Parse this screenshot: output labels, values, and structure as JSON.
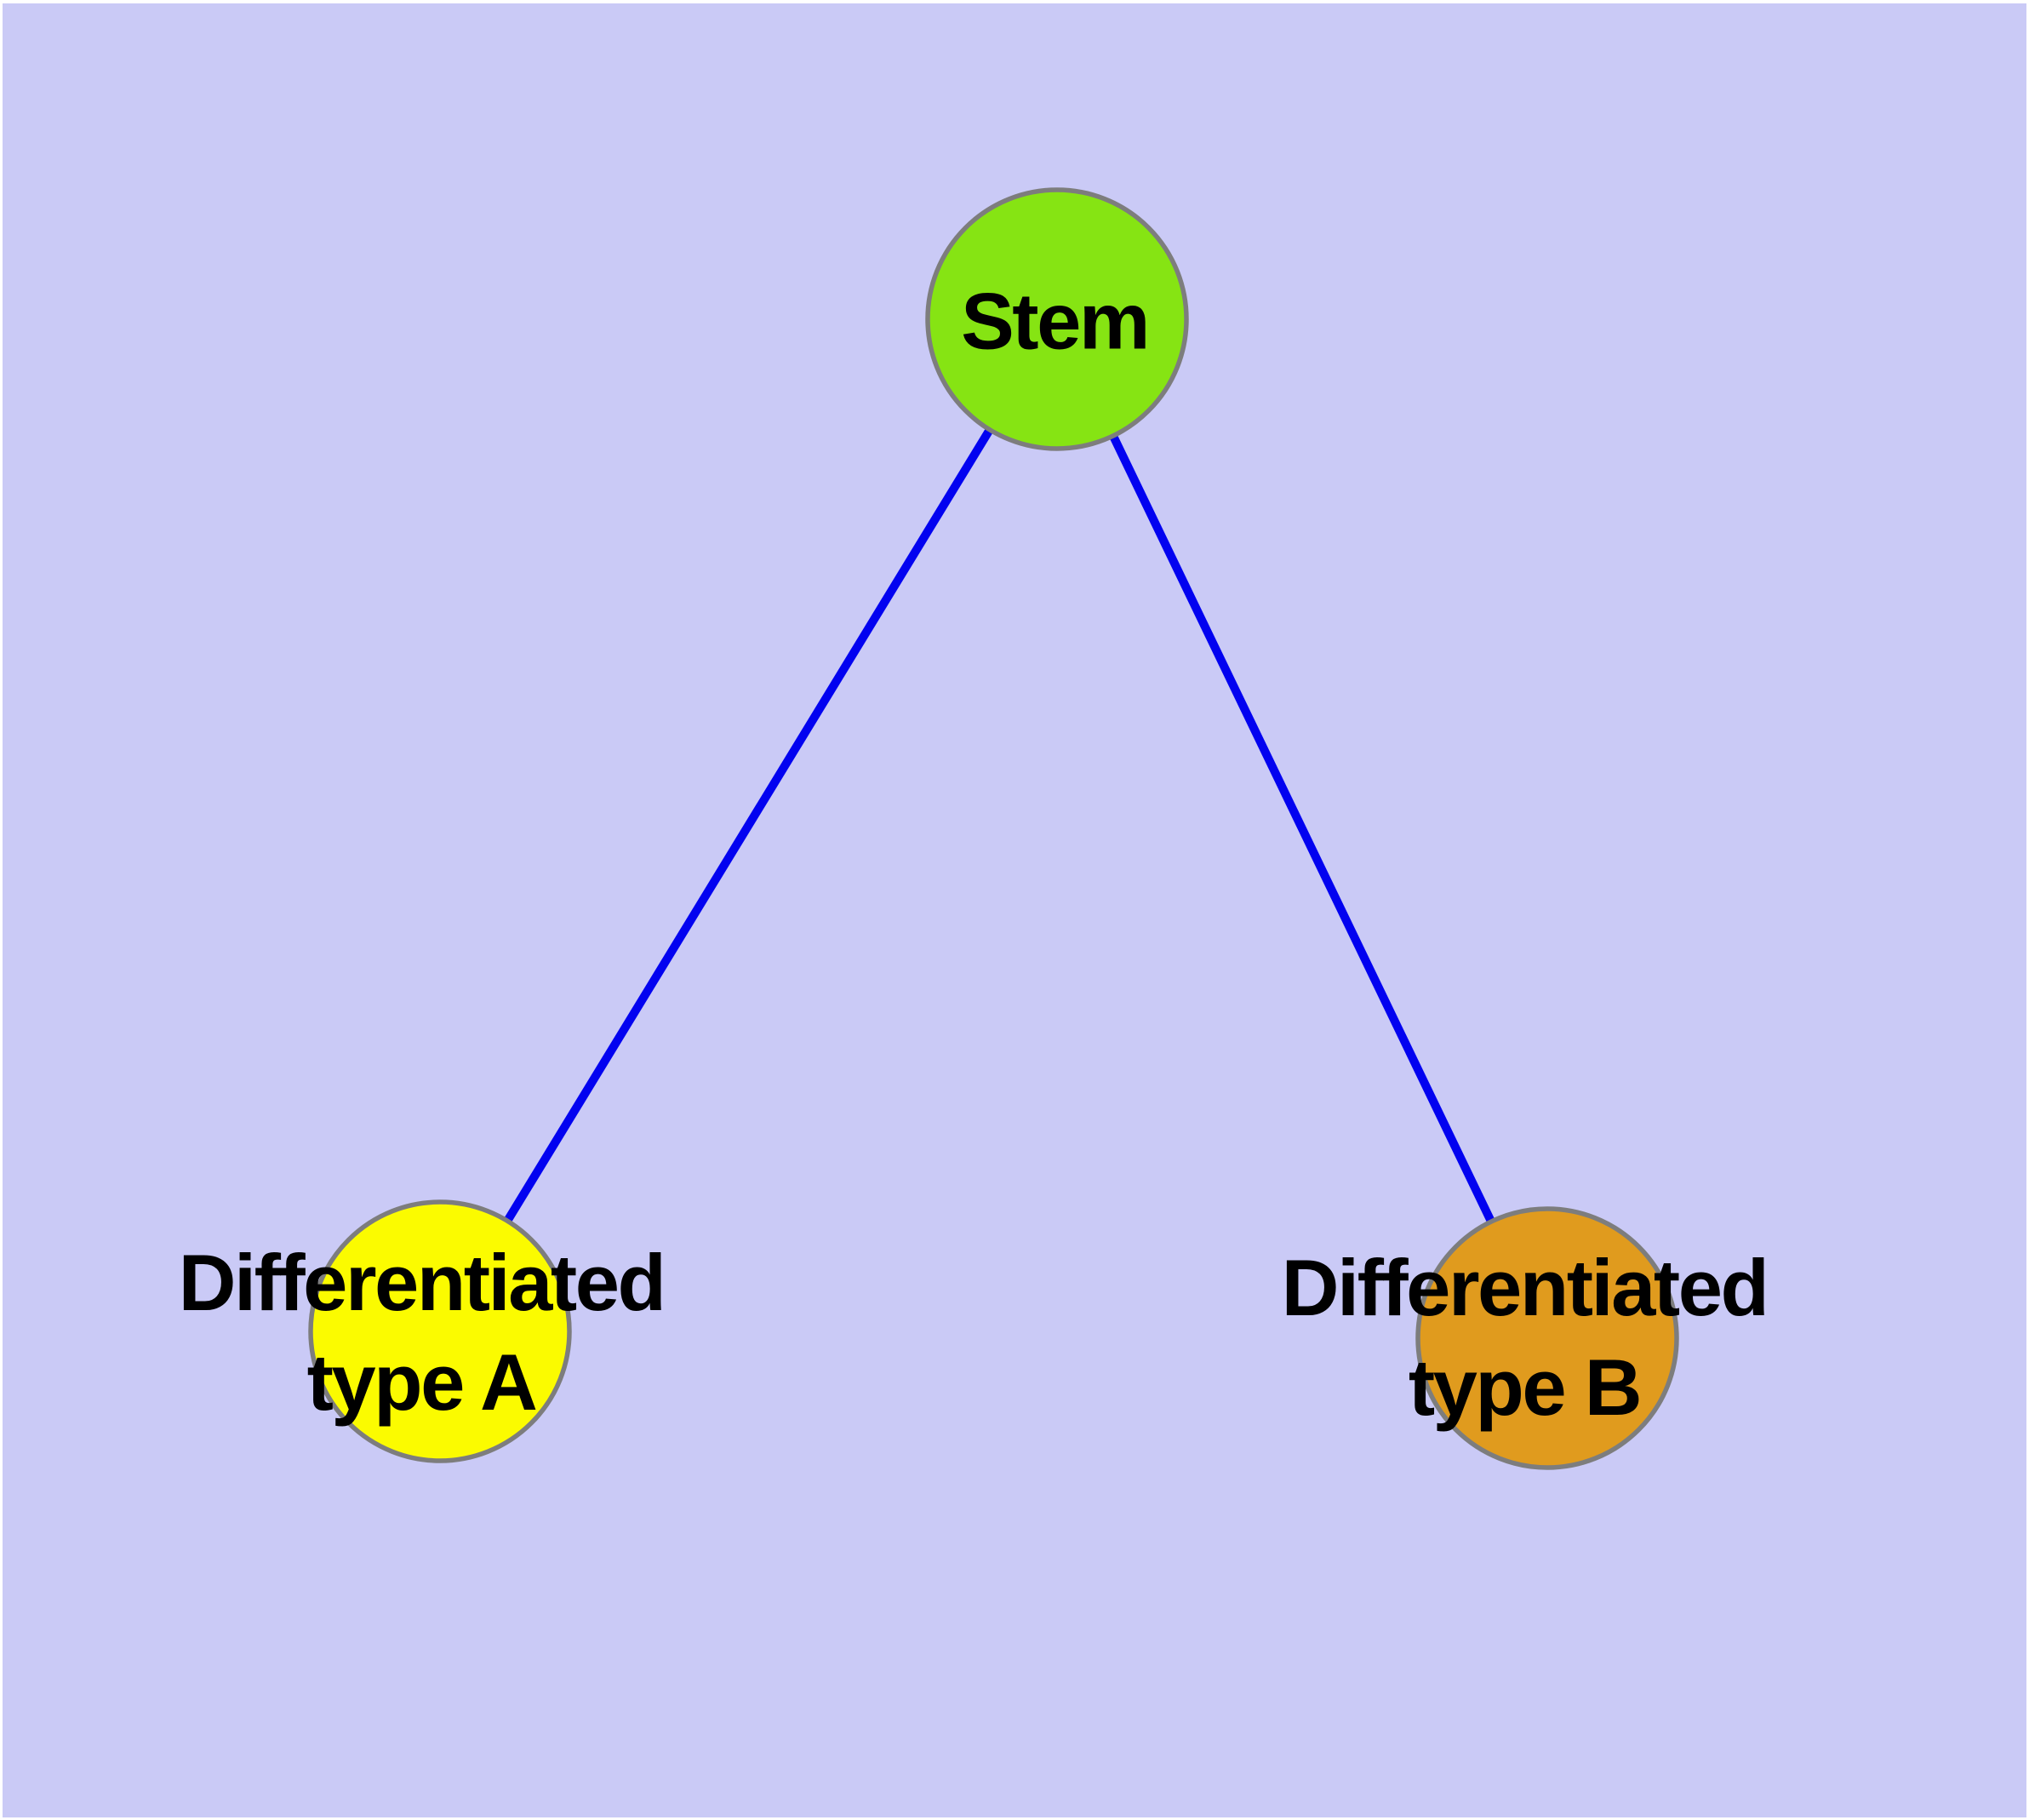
{
  "diagram": {
    "title": "",
    "background_color": "#cacaf6",
    "frame_color": "#ffffff",
    "edge_color": "#0202f0",
    "node_border_color": "#7d7d7d",
    "label_color": "#000000",
    "nodes": [
      {
        "id": "stem",
        "lines": [
          "Stem"
        ],
        "fill": "#86e413"
      },
      {
        "id": "diff-a",
        "lines": [
          "Differentiated",
          "type A"
        ],
        "fill": "#fbfb00"
      },
      {
        "id": "diff-b",
        "lines": [
          "Differentiated",
          "type B"
        ],
        "fill": "#e09b1e"
      }
    ],
    "edges": [
      {
        "from": "stem",
        "to": "diff-a"
      },
      {
        "from": "stem",
        "to": "diff-b"
      }
    ]
  }
}
